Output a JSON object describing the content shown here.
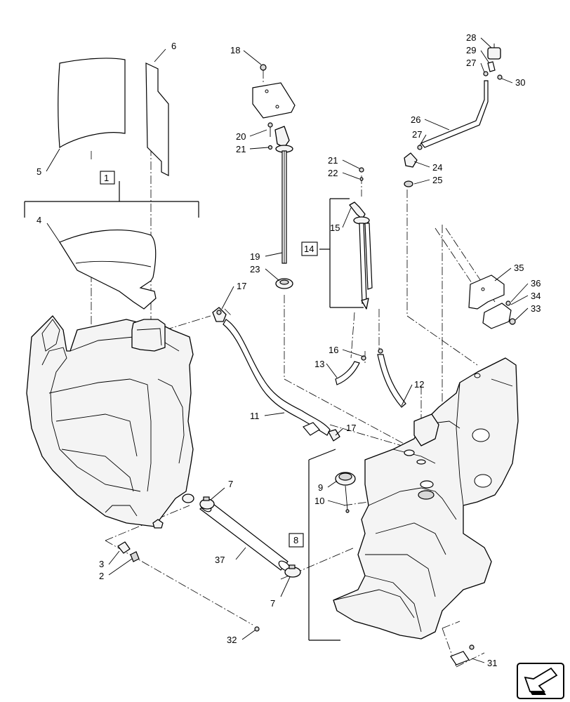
{
  "callouts": {
    "c1": "1",
    "c2": "2",
    "c3": "3",
    "c4": "4",
    "c5": "5",
    "c6": "6",
    "c7a": "7",
    "c7b": "7",
    "c8": "8",
    "c9": "9",
    "c10": "10",
    "c11": "11",
    "c12": "12",
    "c13": "13",
    "c14": "14",
    "c15": "15",
    "c16": "16",
    "c17a": "17",
    "c17b": "17",
    "c18": "18",
    "c19": "19",
    "c20": "20",
    "c21a": "21",
    "c21b": "21",
    "c22": "22",
    "c23": "23",
    "c24": "24",
    "c25": "25",
    "c26": "26",
    "c27a": "27",
    "c27b": "27",
    "c28": "28",
    "c29": "29",
    "c30": "30",
    "c31": "31",
    "c32": "32",
    "c33": "33",
    "c34": "34",
    "c35": "35",
    "c36": "36",
    "c37": "37"
  },
  "icons": {
    "orientation": "front-direction-arrow-icon"
  }
}
